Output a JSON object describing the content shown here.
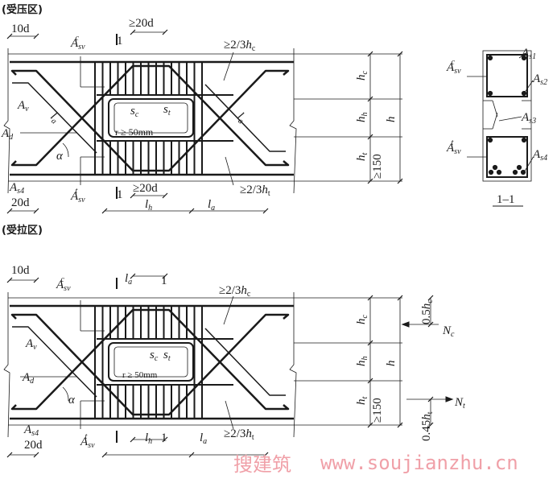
{
  "zones": {
    "compression": "(受压区)",
    "tension": "(受拉区)"
  },
  "dims": {
    "ten_d": "10d",
    "twenty_d": "20d",
    "ge20d": "≥20d",
    "ge23": "≥2/3",
    "h": "h",
    "sub_c": "c",
    "sub_t": "t",
    "sub_h": "h",
    "ge150": "≥150",
    "l": "l",
    "sub_a": "a",
    "r50": "r ≥ 50mm",
    "s": "s",
    "alpha": "α",
    "half": "0.5",
    "045": "0.45",
    "N": "N"
  },
  "rebar": {
    "A": "A",
    "sv": "sv",
    "v": "v",
    "d": "d",
    "s1": "s1",
    "s2": "s2",
    "s3": "s3",
    "s4": "s4",
    "c": "c",
    "t": "t"
  },
  "section": {
    "marker": "1",
    "title": "1–1"
  },
  "watermark": {
    "zh": "搜建筑",
    "url": "www.soujianzhu.cn"
  },
  "colors": {
    "ink": "#1a1a1a",
    "watermark": "#f0a0a8"
  }
}
